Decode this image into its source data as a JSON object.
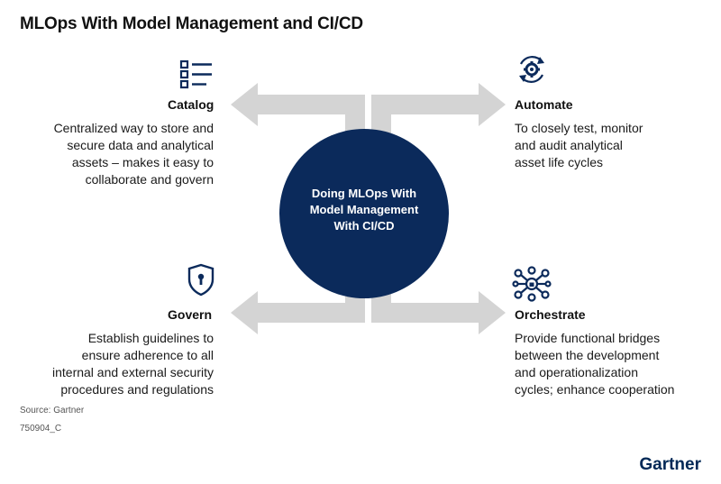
{
  "title": "MLOps With Model Management and CI/CD",
  "center": {
    "lines": [
      "Doing MLOps With",
      "Model Management",
      "With CI/CD"
    ]
  },
  "catalog": {
    "heading": "Catalog",
    "icon": "catalog-list-icon",
    "lines": [
      "Centralized way to store and",
      "secure data and analytical",
      "assets – makes it easy to",
      "collaborate and govern"
    ]
  },
  "automate": {
    "heading": "Automate",
    "icon": "gear-cycle-icon",
    "lines": [
      "To closely test, monitor",
      "and audit analytical",
      "asset life cycles"
    ]
  },
  "govern": {
    "heading": "Govern",
    "icon": "shield-lock-icon",
    "lines": [
      "Establish guidelines to",
      "ensure adherence to all",
      "internal and external security",
      "procedures and regulations"
    ]
  },
  "orchestrate": {
    "heading": "Orchestrate",
    "icon": "network-nodes-icon",
    "lines": [
      "Provide functional bridges",
      "between the development",
      "and operationalization",
      "cycles; enhance cooperation"
    ]
  },
  "source": "Source: Gartner",
  "code": "750904_C",
  "brand": "Gartner",
  "colors": {
    "circle": "#0b2a5b",
    "arrows": "#d4d4d4",
    "icons": "#0b2a5b",
    "brand": "#002856"
  }
}
